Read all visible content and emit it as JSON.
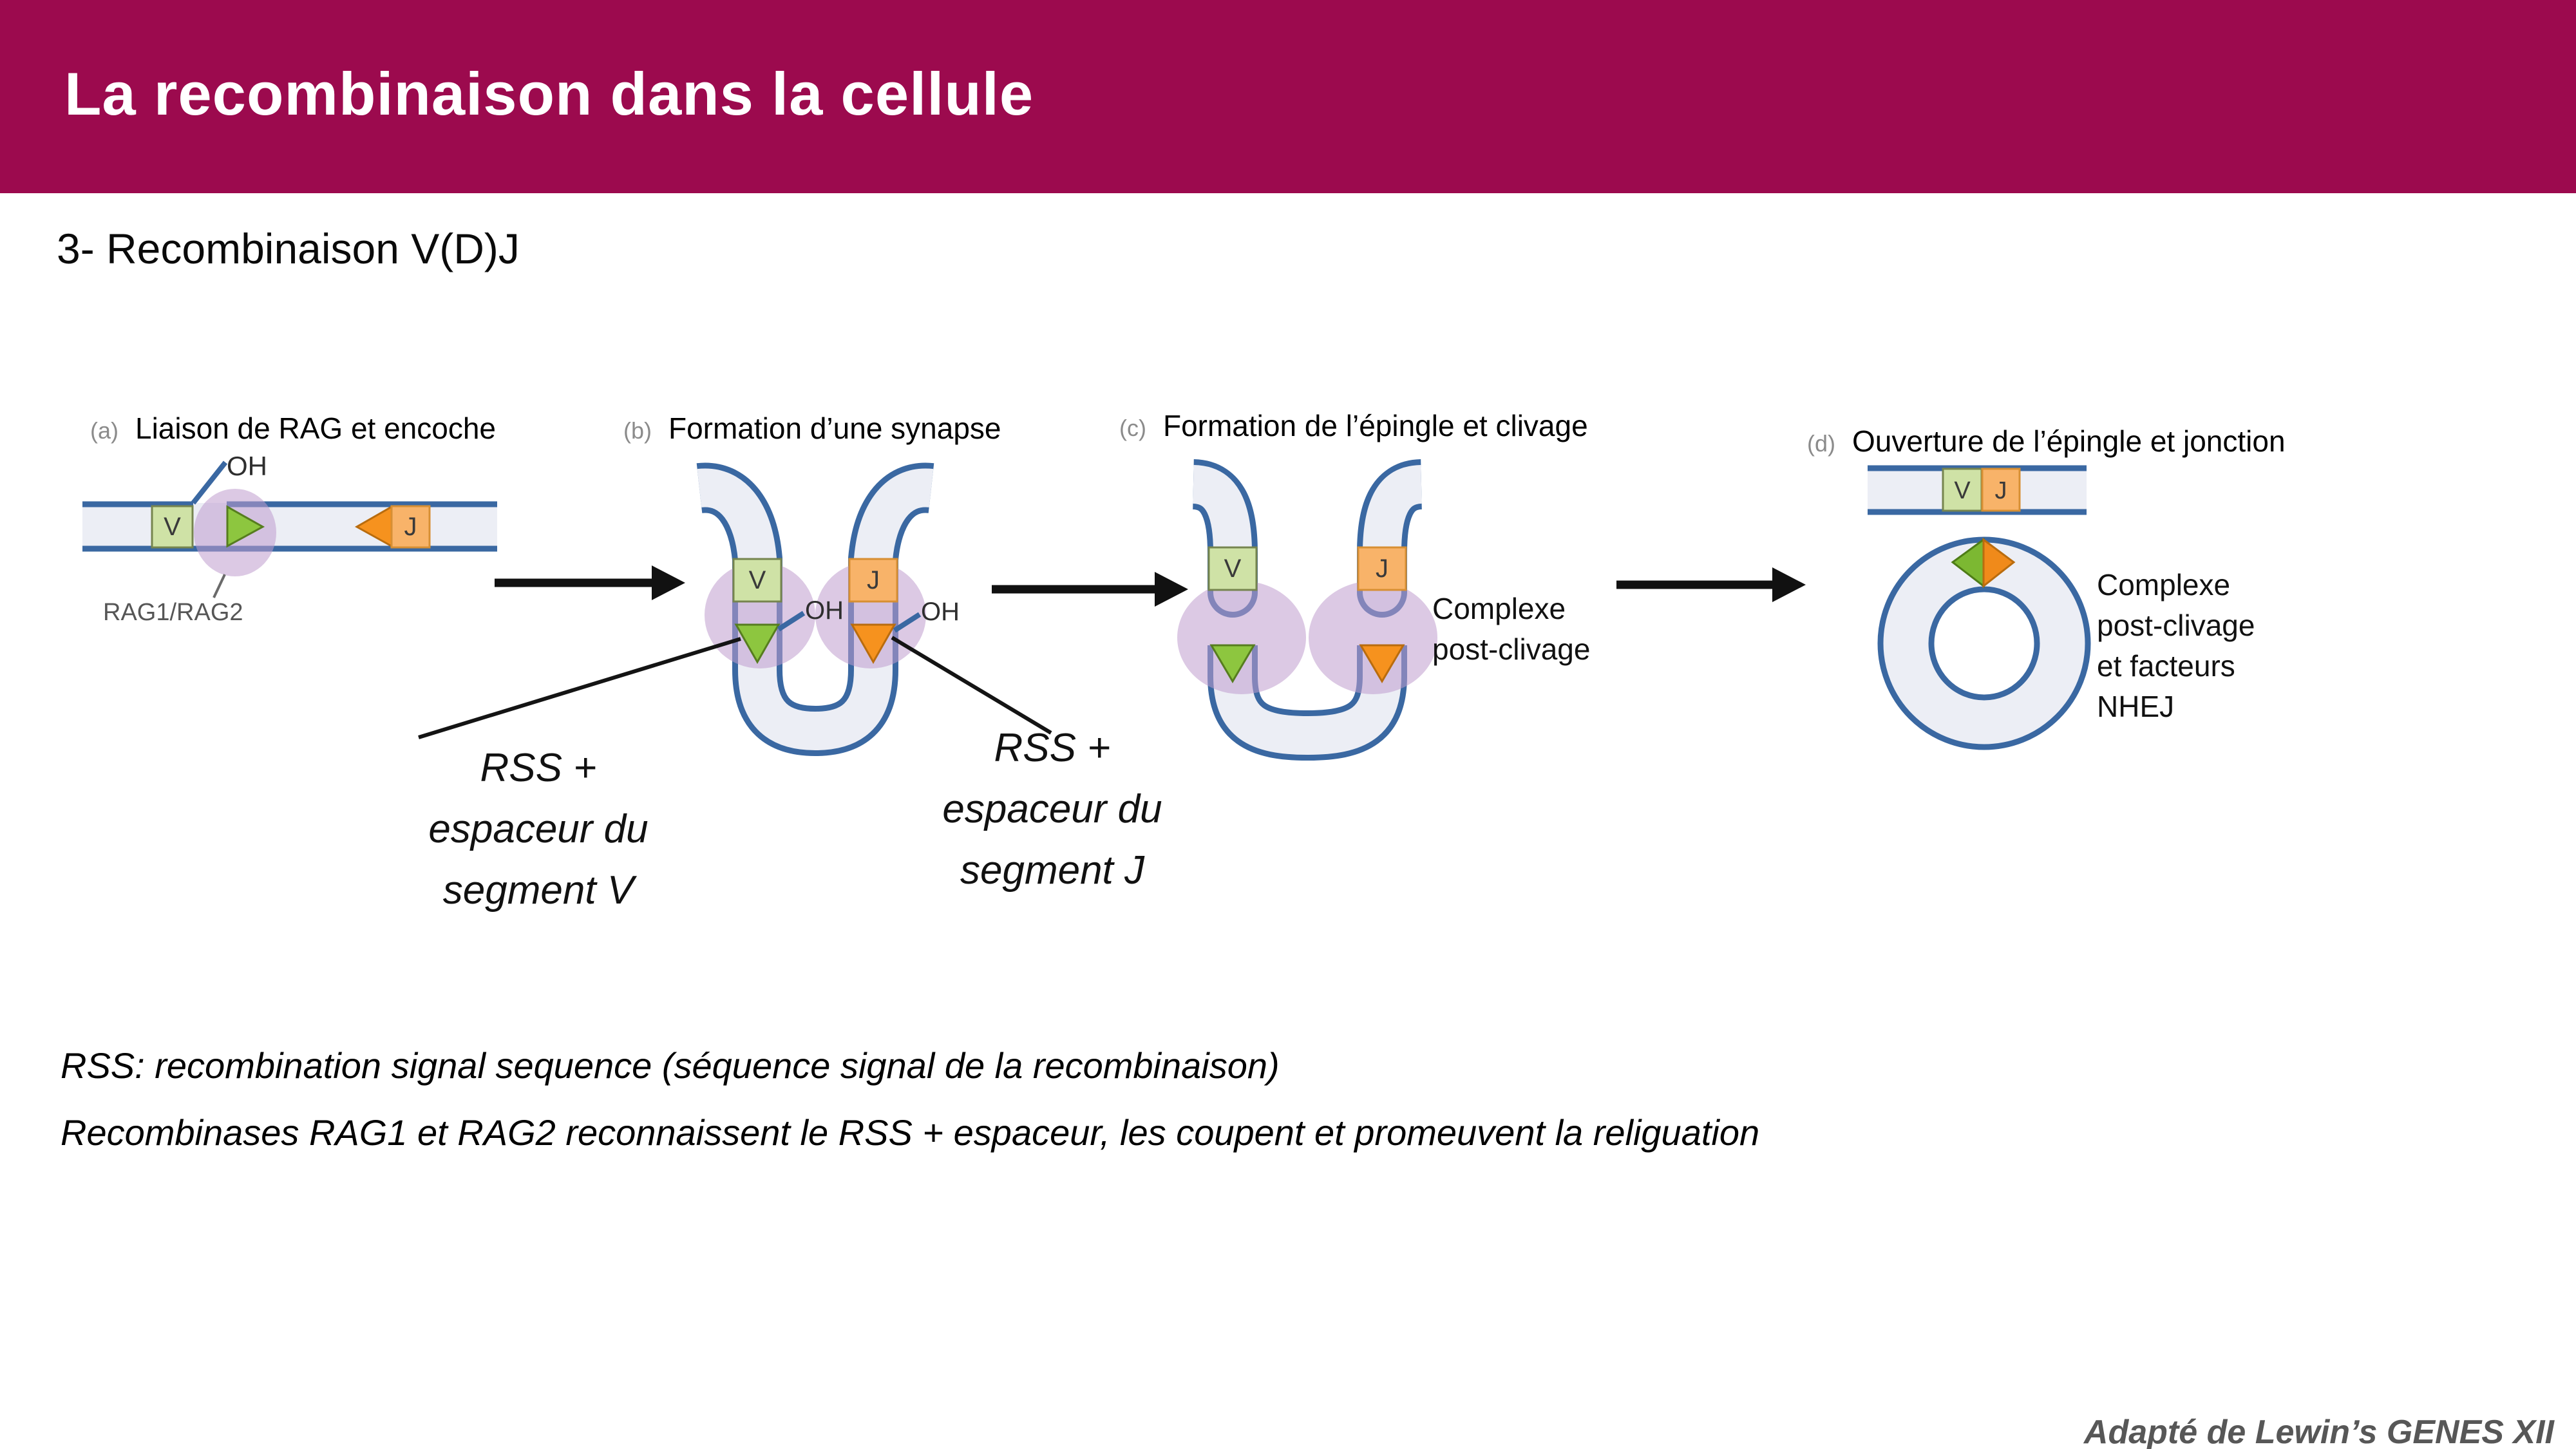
{
  "header": {
    "title": "La recombinaison dans la cellule"
  },
  "subtitle": "3- Recombinaison V(D)J",
  "panels": {
    "a": {
      "label": "(a)",
      "title": "Liaison de RAG et encoche"
    },
    "b": {
      "label": "(b)",
      "title": "Formation d’une synapse"
    },
    "c": {
      "label": "(c)",
      "title": "Formation de l’épingle et clivage"
    },
    "d": {
      "label": "(d)",
      "title": "Ouverture de l’épingle et jonction"
    }
  },
  "labels": {
    "segment_v": "V",
    "segment_j": "J",
    "oh": "OH",
    "rag": "RAG1/RAG2",
    "rss_v_line1": "RSS +",
    "rss_v_line2": "espaceur du",
    "rss_v_line3": "segment V",
    "rss_j_line1": "RSS +",
    "rss_j_line2": "espaceur du",
    "rss_j_line3": "segment J",
    "complexe_c_line1": "Complexe",
    "complexe_c_line2": "post-clivage",
    "complexe_d_line1": "Complexe",
    "complexe_d_line2": "post-clivage",
    "complexe_d_line3": "et facteurs",
    "complexe_d_line4": "NHEJ"
  },
  "notes": {
    "line1": "RSS: recombination signal sequence (séquence signal de la recombinaison)",
    "line2": "Recombinases RAG1 et RAG2 reconnaissent le RSS + espaceur, les coupent et promeuvent la religuation"
  },
  "credit": "Adapté de Lewin’s GENES XII",
  "colors": {
    "header_bg": "#9c0a4e",
    "header_text": "#ffffff",
    "dna_blue": "#3a68a2",
    "strand_fill": "#eceef5",
    "v_box_fill": "#cfe2a6",
    "v_box_border": "#76854f",
    "j_box_fill": "#f8b369",
    "j_box_border": "#d78f33",
    "rss_green": "#8dc63f",
    "rss_green_border": "#567d1f",
    "rss_orange": "#f6921e",
    "rss_orange_border": "#b96c0e",
    "rag_complex_purple": "#bf9dce",
    "diamond_green": "#7cb832",
    "diamond_orange": "#f08a1a"
  }
}
